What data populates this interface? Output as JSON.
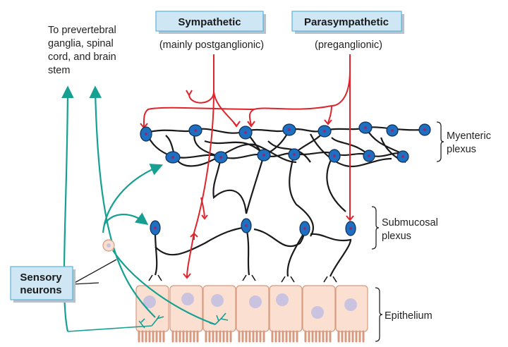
{
  "labels": {
    "sympathetic": "Sympathetic",
    "sympathetic_sub": "(mainly postganglionic)",
    "parasympathetic": "Parasympathetic",
    "parasympathetic_sub": "(preganglionic)",
    "afferent_dest": [
      "To prevertebral",
      "ganglia, spinal",
      "cord, and brain",
      "stem"
    ],
    "sensory_neurons": [
      "Sensory",
      "neurons"
    ],
    "myenteric": [
      "Myenteric",
      "plexus"
    ],
    "submucosal": [
      "Submucosal",
      "plexus"
    ],
    "epithelium": "Epithelium"
  },
  "colors": {
    "sympathetic_fiber": "#e0242b",
    "parasympathetic_fiber": "#e0242b",
    "enteric_neuron": "#1f6fc0",
    "sensory_fiber": "#15a092",
    "label_box": "#cfe6f5",
    "epithelial_cell": "#fbe0d2",
    "nucleus": "#c9c3e0"
  }
}
